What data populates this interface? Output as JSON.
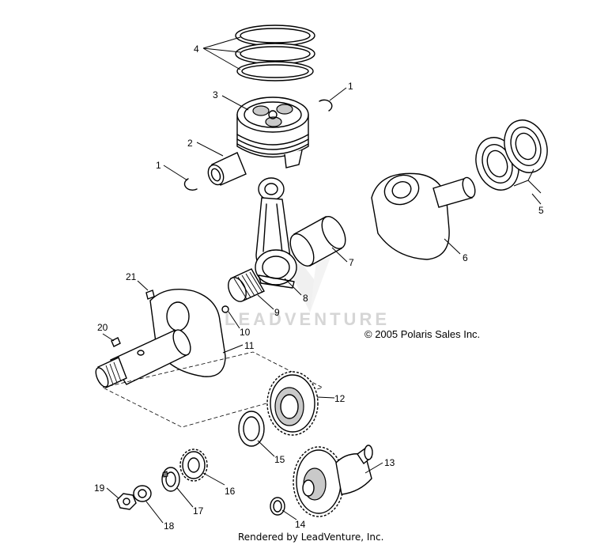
{
  "diagram": {
    "copyright": "© 2005 Polaris Sales Inc.",
    "rendered_by": "Rendered by LeadVenture, Inc.",
    "watermark": "LEADVENTURE",
    "callouts": [
      "1",
      "1",
      "2",
      "3",
      "4",
      "5",
      "6",
      "7",
      "8",
      "9",
      "10",
      "11",
      "12",
      "13",
      "14",
      "15",
      "16",
      "17",
      "18",
      "19",
      "20",
      "21"
    ]
  }
}
